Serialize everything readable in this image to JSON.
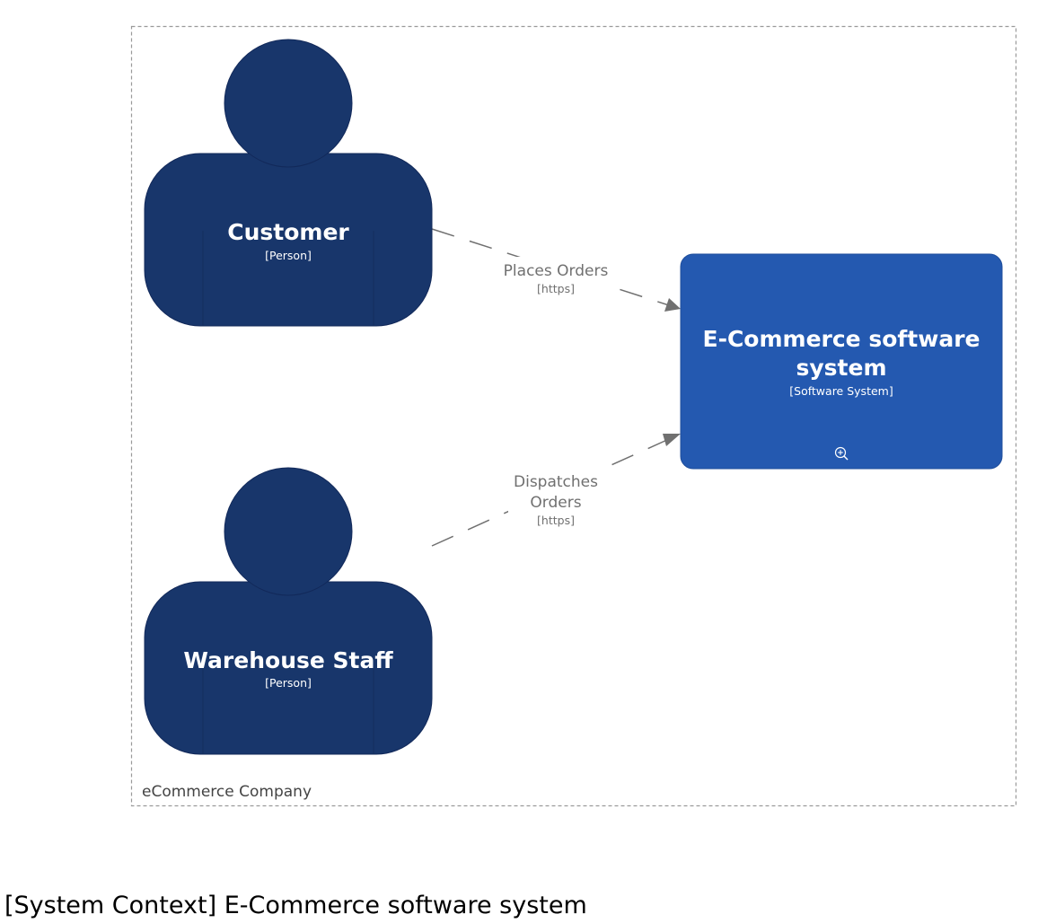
{
  "diagram": {
    "title": "[System Context] E-Commerce software system",
    "boundary": {
      "label": "eCommerce Company"
    },
    "elements": {
      "customer": {
        "name": "Customer",
        "type": "[Person]",
        "color": "#18366b"
      },
      "warehouse_staff": {
        "name": "Warehouse Staff",
        "type": "[Person]",
        "color": "#18366b"
      },
      "ecommerce_system": {
        "name_line1": "E-Commerce software",
        "name_line2": "system",
        "type": "[Software System]",
        "color": "#2459b0",
        "icon": "zoom-in-icon"
      }
    },
    "relationships": [
      {
        "from": "Customer",
        "to": "E-Commerce software system",
        "label_lines": [
          "Places Orders"
        ],
        "technology": "[https]"
      },
      {
        "from": "Warehouse Staff",
        "to": "E-Commerce software system",
        "label_lines": [
          "Dispatches",
          "Orders"
        ],
        "technology": "[https]"
      }
    ],
    "colors": {
      "line": "#707070",
      "boundary": "#9a9a9a"
    }
  }
}
